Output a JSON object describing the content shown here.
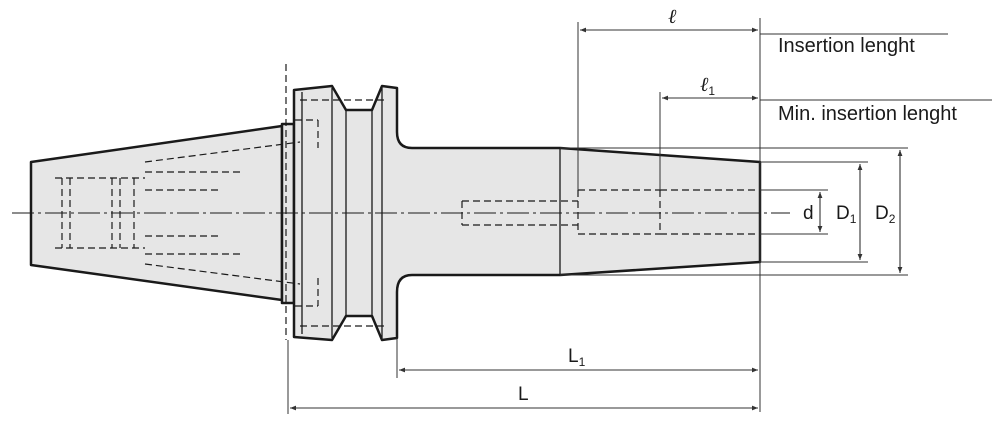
{
  "labels": {
    "insertion_length": "Insertion lenght",
    "min_insertion_length": "Min. insertion lenght",
    "ell": "ℓ",
    "ell1_main": "ℓ",
    "ell1_sub": "1",
    "d": "d",
    "D1_main": "D",
    "D1_sub": "1",
    "D2_main": "D",
    "D2_sub": "2",
    "L1_main": "L",
    "L1_sub": "1",
    "L": "L"
  },
  "colors": {
    "body_fill": "#e6e6e6",
    "outline": "#1a1a1a",
    "dimension": "#333333"
  }
}
